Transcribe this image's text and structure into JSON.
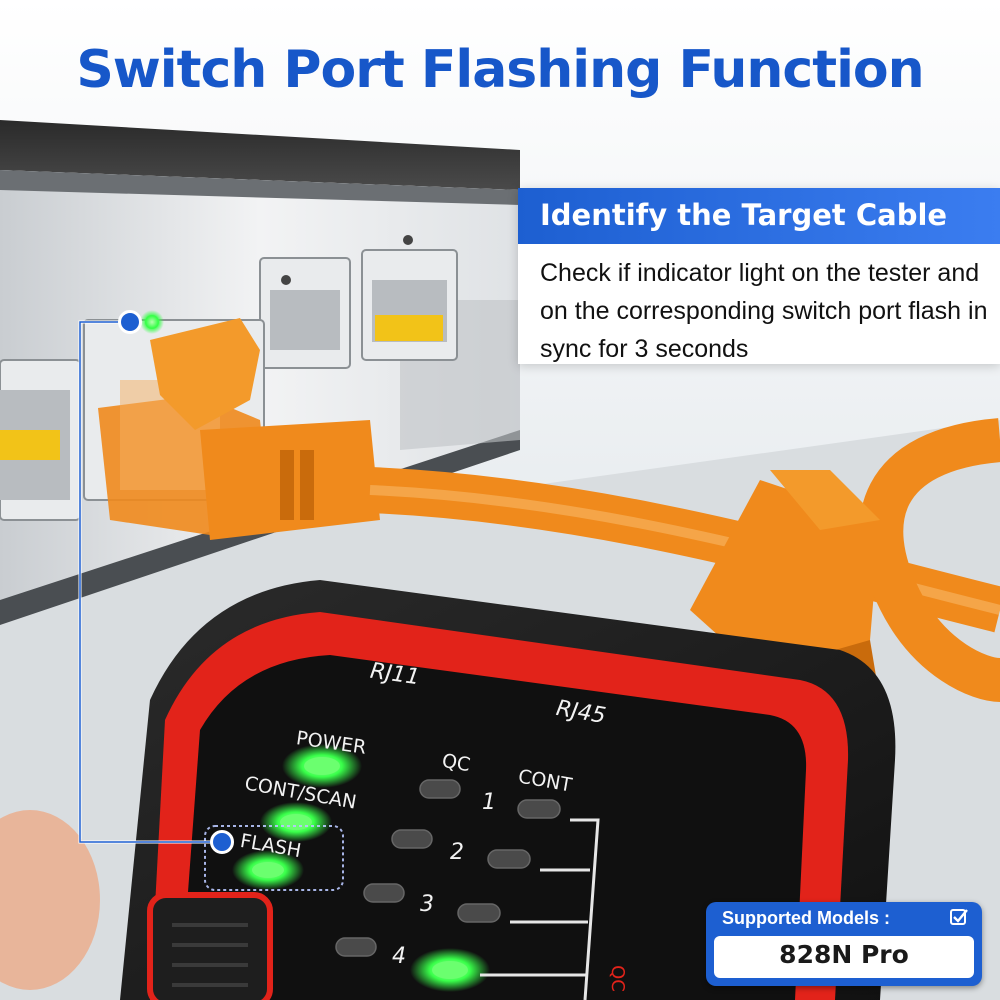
{
  "title": "Switch Port Flashing Function",
  "callout": {
    "heading": "Identify the Target Cable",
    "body": "Check if indicator light on the tester and on the corresponding switch port flash in sync for 3 seconds"
  },
  "tester": {
    "port_labels": [
      "RJ11",
      "RJ45"
    ],
    "indicators": [
      "POWER",
      "CONT/SCAN",
      "FLASH"
    ],
    "column_labels": [
      "QC",
      "CONT"
    ],
    "numbers": [
      "1",
      "2",
      "3",
      "4"
    ],
    "side_label": "QC"
  },
  "supported_models": {
    "label": "Supported Models :",
    "model": "828N Pro"
  },
  "icons": [
    "check-box-icon",
    "pointer-dot-icon"
  ],
  "colors": {
    "title_blue": "#1757c9",
    "callout_head_blue": "#1d5fd1",
    "led_green": "#39ff4a",
    "tester_red": "#e2231a",
    "cable_orange": "#f08a1c"
  }
}
